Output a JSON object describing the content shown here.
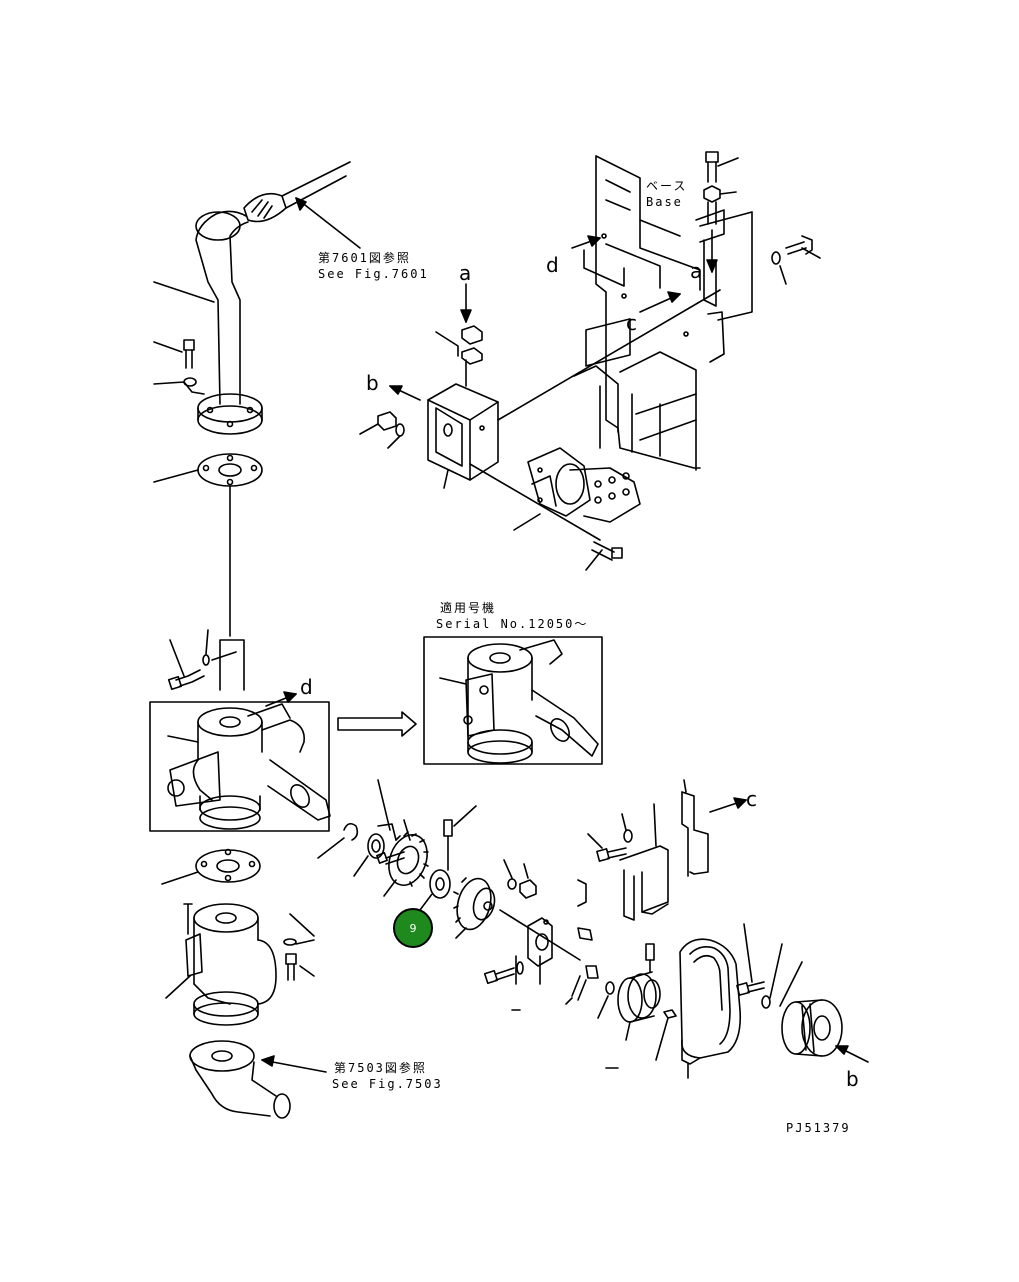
{
  "labels": {
    "ref_7601_jp": "第7601図参照",
    "ref_7601_en": "See Fig.7601",
    "ref_7503_jp": "第7503図参照",
    "ref_7503_en": "See Fig.7503",
    "base_jp": "ベース",
    "base_en": "Base",
    "serial_jp": "適用号機",
    "serial_en": "Serial No.12050～",
    "drawing_no": "PJ51379"
  },
  "letters": {
    "a_top": "a",
    "a_base": "a",
    "b_left": "b",
    "b_bottom": "b",
    "c_base": "c",
    "c_bracket": "c",
    "d_base": "d",
    "d_gearbox": "d"
  },
  "callout": {
    "number": "9",
    "color": "#1e8a1e"
  }
}
